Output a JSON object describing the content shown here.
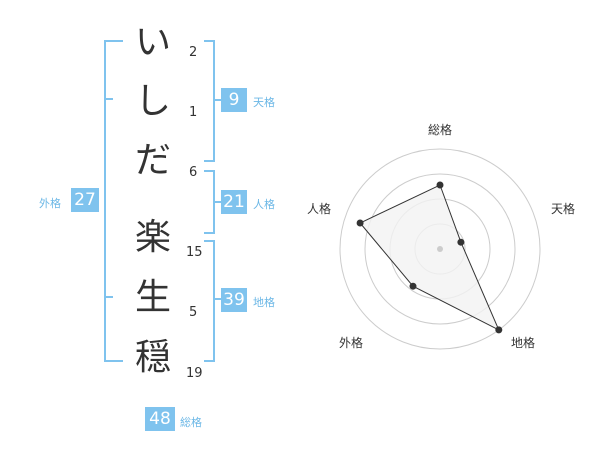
{
  "name_chars": [
    {
      "char": "い",
      "strokes": "2"
    },
    {
      "char": "し",
      "strokes": "1"
    },
    {
      "char": "だ",
      "strokes": "6"
    },
    {
      "char": "楽",
      "strokes": "15"
    },
    {
      "char": "生",
      "strokes": "5"
    },
    {
      "char": "穏",
      "strokes": "19"
    }
  ],
  "kaku": {
    "tenkaku": {
      "label": "天格",
      "value": "9"
    },
    "jinkaku": {
      "label": "人格",
      "value": "21"
    },
    "chikaku": {
      "label": "地格",
      "value": "39"
    },
    "gaikaku": {
      "label": "外格",
      "value": "27"
    },
    "soukaku": {
      "label": "総格",
      "value": "48"
    }
  },
  "colors": {
    "accent": "#7fc3ee",
    "text": "#333333",
    "grid": "#cccccc"
  },
  "chart_data": {
    "type": "radar",
    "axes": [
      "総格",
      "天格",
      "地格",
      "外格",
      "人格"
    ],
    "values": [
      3.2,
      1.1,
      5.0,
      2.3,
      4.2
    ],
    "range": [
      0,
      5
    ],
    "rings": 4,
    "fill_color": "#f2f2f2",
    "line_color": "#333333"
  }
}
